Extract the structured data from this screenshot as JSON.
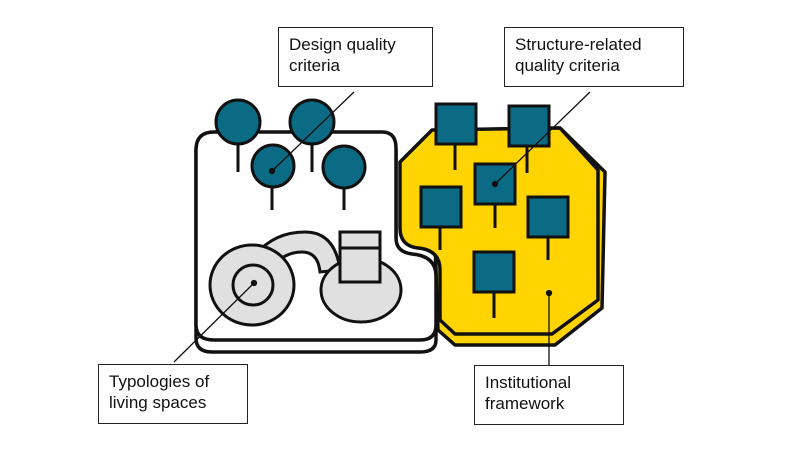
{
  "colors": {
    "teal": "#0b6b85",
    "yellow": "#ffd400",
    "grey": "#e0e0e0",
    "outline": "#111111"
  },
  "labels": {
    "design_quality": {
      "line1": "Design quality",
      "line2": "criteria"
    },
    "structure_quality": {
      "line1": "Structure-related",
      "line2": "quality criteria"
    },
    "typologies": {
      "line1": "Typologies of",
      "line2": "living spaces"
    },
    "institutional": {
      "line1": "Institutional",
      "line2": "framework"
    }
  }
}
